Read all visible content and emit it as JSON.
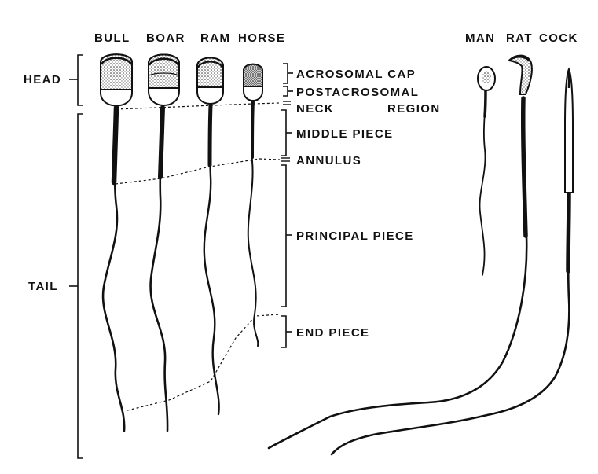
{
  "species_labels": {
    "bull": "BULL",
    "boar": "BOAR",
    "ram": "RAM",
    "horse": "HORSE",
    "man": "MAN",
    "rat": "RAT",
    "cock": "COCK"
  },
  "left_labels": {
    "head": "HEAD",
    "tail": "TAIL"
  },
  "region_labels": {
    "acrosomal_cap": "ACROSOMAL CAP",
    "postacrosomal": "POSTACROSOMAL",
    "neck": "NECK",
    "region": "REGION",
    "middle_piece": "MIDDLE PIECE",
    "annulus": "ANNULUS",
    "principal_piece": "PRINCIPAL PIECE",
    "end_piece": "END PIECE"
  }
}
